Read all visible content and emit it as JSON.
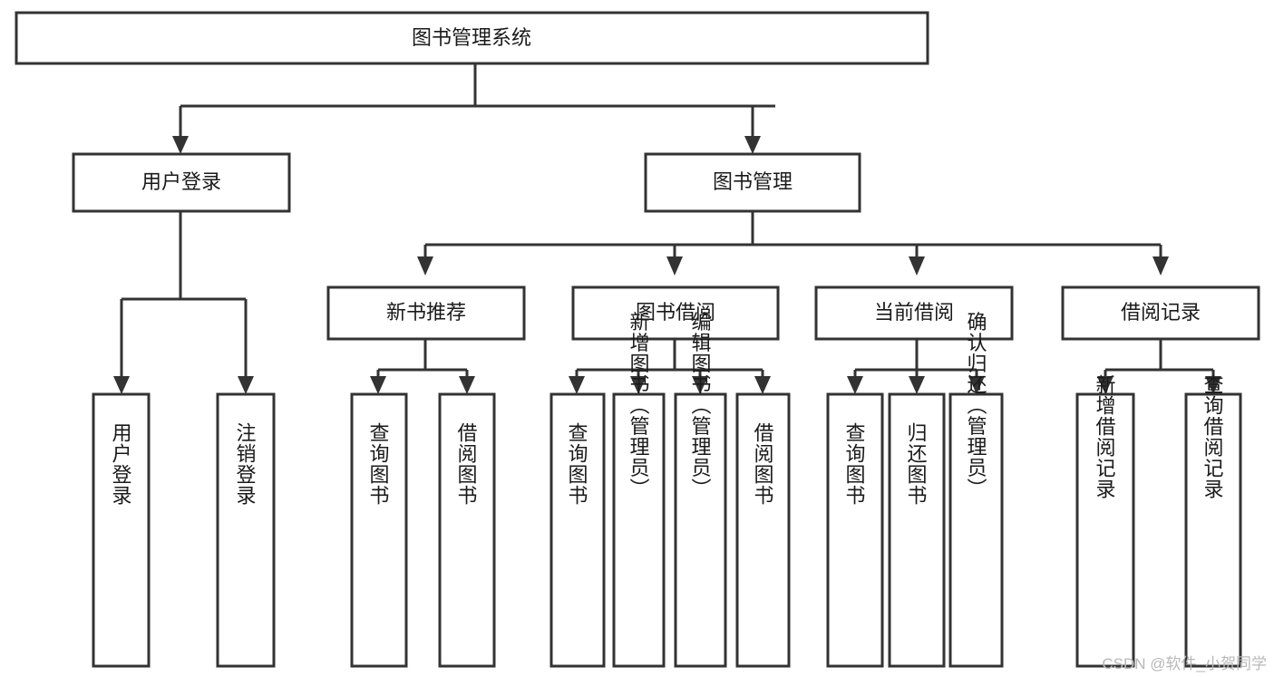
{
  "diagram": {
    "type": "tree-hierarchy",
    "title": "图书管理系统",
    "watermark": "CSDN @软件_小贺同学",
    "colors": {
      "box_stroke": "#333333",
      "box_fill": "#ffffff",
      "text": "#1a1a1a",
      "watermark": "#b8b8b8",
      "background": "#ffffff"
    },
    "levels": {
      "root": {
        "label": "图书管理系统"
      },
      "level2": [
        {
          "label": "用户登录"
        },
        {
          "label": "图书管理"
        }
      ],
      "level3": [
        {
          "label": "新书推荐"
        },
        {
          "label": "图书借阅"
        },
        {
          "label": "当前借阅"
        },
        {
          "label": "借阅记录"
        }
      ],
      "leaves": [
        {
          "label": "用户登录",
          "parent": "用户登录"
        },
        {
          "label": "注销登录",
          "parent": "用户登录"
        },
        {
          "label": "查询图书",
          "parent": "新书推荐"
        },
        {
          "label": "借阅图书",
          "parent": "新书推荐"
        },
        {
          "label": "查询图书",
          "parent": "图书借阅"
        },
        {
          "label": "新增图书（管理员）",
          "parent": "图书借阅"
        },
        {
          "label": "编辑图书（管理员）",
          "parent": "图书借阅"
        },
        {
          "label": "借阅图书",
          "parent": "图书借阅"
        },
        {
          "label": "查询图书",
          "parent": "当前借阅"
        },
        {
          "label": "归还图书",
          "parent": "当前借阅"
        },
        {
          "label": "确认归还（管理员）",
          "parent": "当前借阅"
        },
        {
          "label": "新增借阅记录",
          "parent": "借阅记录"
        },
        {
          "label": "查询借阅记录",
          "parent": "借阅记录"
        }
      ]
    }
  }
}
